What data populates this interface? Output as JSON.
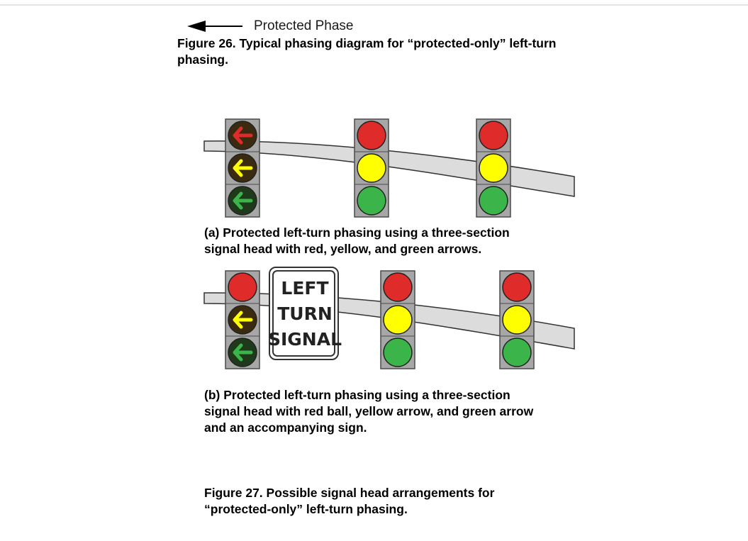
{
  "legend": {
    "arrow_icon": "left-arrow-icon",
    "label": "Protected Phase"
  },
  "figure26": {
    "caption_line1": "Figure 26. Typical phasing diagram for “protected-only” left-turn",
    "caption_line2": "phasing."
  },
  "panel_a": {
    "caption_line1": "(a) Protected left-turn phasing using a three-section",
    "caption_line2": "signal head with red, yellow, and green arrows.",
    "signal_heads": [
      {
        "type": "arrow-head",
        "top": "red-arrow",
        "middle": "yellow-arrow",
        "bottom": "green-arrow"
      },
      {
        "type": "ball-head",
        "top": "red-ball",
        "middle": "yellow-ball",
        "bottom": "green-ball"
      },
      {
        "type": "ball-head",
        "top": "red-ball",
        "middle": "yellow-ball",
        "bottom": "green-ball"
      }
    ]
  },
  "panel_b": {
    "caption_line1": "(b) Protected left-turn phasing using a three-section",
    "caption_line2": "signal head with red ball, yellow arrow, and green arrow",
    "caption_line3": "and an accompanying sign.",
    "sign": {
      "line1": "LEFT",
      "line2": "TURN",
      "line3": "SIGNAL"
    },
    "signal_heads": [
      {
        "type": "mixed-head",
        "top": "red-ball",
        "middle": "yellow-arrow",
        "bottom": "green-arrow"
      },
      {
        "type": "ball-head",
        "top": "red-ball",
        "middle": "yellow-ball",
        "bottom": "green-ball"
      },
      {
        "type": "ball-head",
        "top": "red-ball",
        "middle": "yellow-ball",
        "bottom": "green-ball"
      }
    ]
  },
  "figure27": {
    "caption_line1": "Figure 27. Possible signal head arrangements for",
    "caption_line2": "“protected-only” left-turn phasing."
  },
  "colors": {
    "red": "#e02b2b",
    "yellow": "#ffff00",
    "green": "#3bb54a",
    "housing": "#a7a7a7",
    "arrow_dark": "#3a2a10",
    "mast_arm": "#dcdcdc"
  }
}
